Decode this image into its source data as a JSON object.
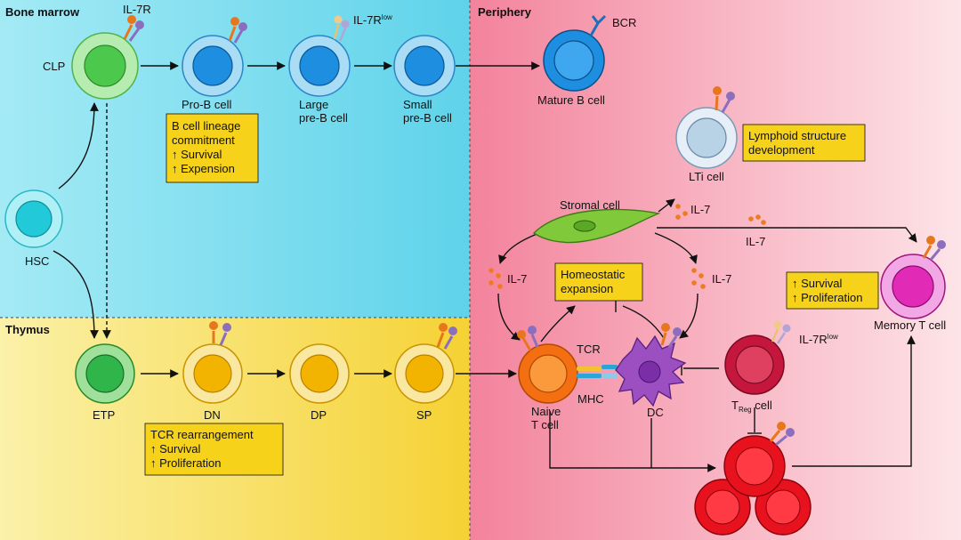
{
  "regions": {
    "bone_marrow": "Bone marrow",
    "thymus": "Thymus",
    "periphery": "Periphery"
  },
  "receptors": {
    "il7r": "IL-7R",
    "il7r_low": "IL-7R",
    "il7r_low_sup": "low",
    "bcr": "BCR",
    "tcr": "TCR",
    "mhc": "MHC"
  },
  "cells": {
    "hsc": "HSC",
    "clp": "CLP",
    "pro_b": "Pro-B cell",
    "large_pre_b_1": "Large",
    "large_pre_b_2": "pre-B cell",
    "small_pre_b_1": "Small",
    "small_pre_b_2": "pre-B cell",
    "mature_b": "Mature B cell",
    "etp": "ETP",
    "dn": "DN",
    "dp": "DP",
    "sp": "SP",
    "lti": "LTi cell",
    "stromal": "Stromal cell",
    "naive_1": "Naive",
    "naive_2": "T cell",
    "dc": "DC",
    "treg_main": "T",
    "treg_sub": "Reg",
    "treg_tail": " cell",
    "memory": "Memory T cell"
  },
  "cytokines": {
    "il7_lti": "IL-7",
    "il7_memory": "IL-7",
    "il7_naive": "IL-7",
    "il7_dc": "IL-7"
  },
  "boxes": {
    "b_cell": [
      "B cell lineage",
      "commitment",
      "↑ Survival",
      "↑ Expension"
    ],
    "tcr": [
      "TCR rearrangement",
      "↑ Survival",
      "↑ Proliferation"
    ],
    "lymphoid": [
      "Lymphoid structure",
      "development"
    ],
    "homeostatic": [
      "Homeostatic",
      "expansion"
    ],
    "memory": [
      "↑ Survival",
      "↑ Proliferation"
    ]
  },
  "colors": {
    "bone_marrow_bg": "#6ed8ec",
    "thymus_bg": "#f7d64a",
    "periphery_bg": "#f4869f",
    "box_fill": "#f7d21a",
    "hsc": "#22c9d9",
    "clp": "#4cc94c",
    "b_cell": "#1e8fe0",
    "etp": "#2fb54a",
    "thymocyte": "#f2b400",
    "lti": "#b9d3e6",
    "naive": "#f36f12",
    "dc": "#9b4fc0",
    "treg": "#c5173e",
    "memory": "#e12ab5",
    "effector": "#e8121e",
    "stromal": "#7fc93a",
    "il7_dot": "#f07a1e",
    "receptor_orange": "#e8761c",
    "receptor_purple": "#8b6fbd"
  }
}
